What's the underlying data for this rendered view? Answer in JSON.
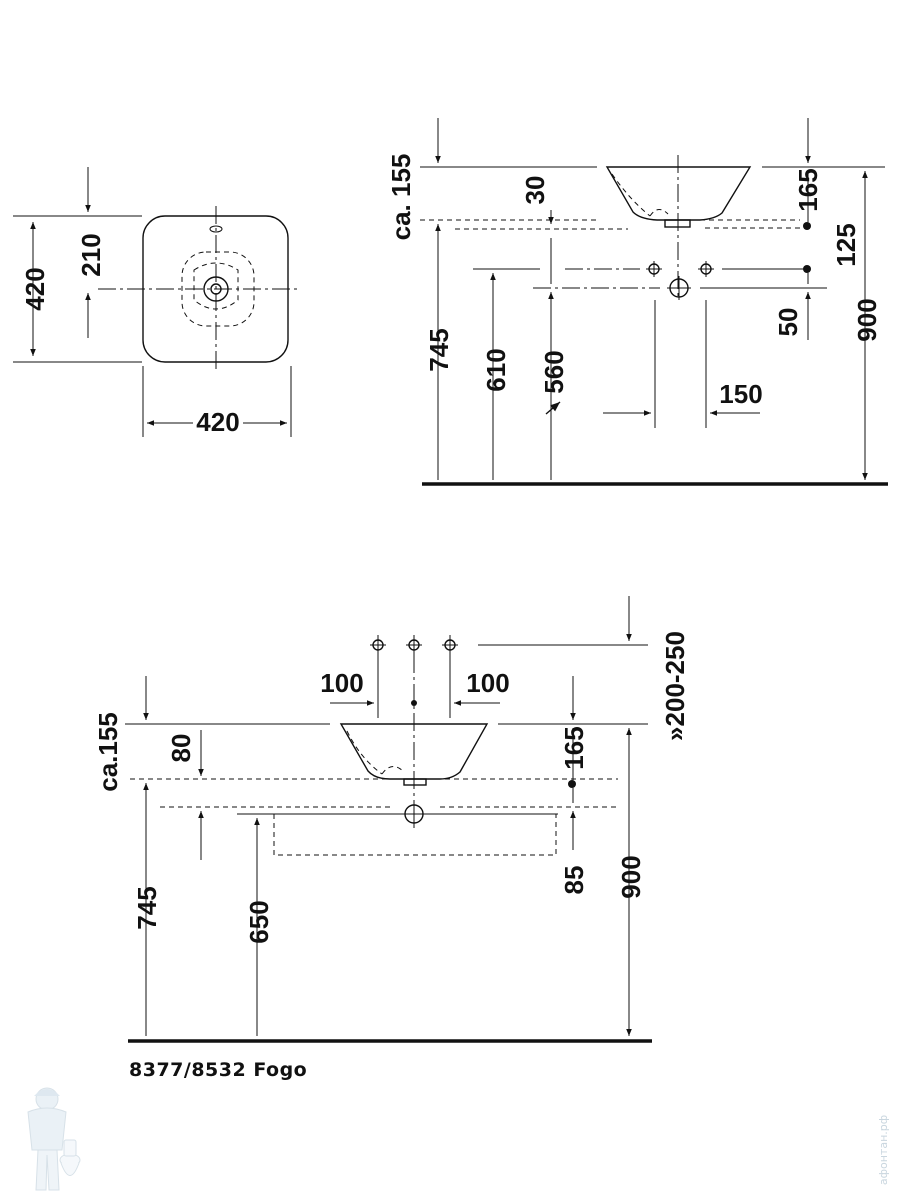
{
  "plan_view": {
    "dim_width": "420",
    "dim_depth": "420",
    "dim_center": "210"
  },
  "side_view": {
    "dim_ca": "ca. 155",
    "dim_30": "30",
    "dim_165": "165",
    "dim_125": "125",
    "dim_50": "50",
    "dim_900": "900",
    "dim_745": "745",
    "dim_610": "610",
    "dim_560": "560",
    "dim_150": "150"
  },
  "front_view": {
    "dim_ca": "ca.155",
    "dim_80": "80",
    "dim_100_left": "100",
    "dim_100_right": "100",
    "dim_200_250": "»200-250",
    "dim_165": "165",
    "dim_85": "85",
    "dim_900": "900",
    "dim_745": "745",
    "dim_650": "650"
  },
  "caption": "8377/8532 Fogo",
  "watermark": "афонтан.рф",
  "colors": {
    "ink": "#111111",
    "watermark": "#c9d6df"
  },
  "icons": [
    "plumber-mascot-icon"
  ]
}
